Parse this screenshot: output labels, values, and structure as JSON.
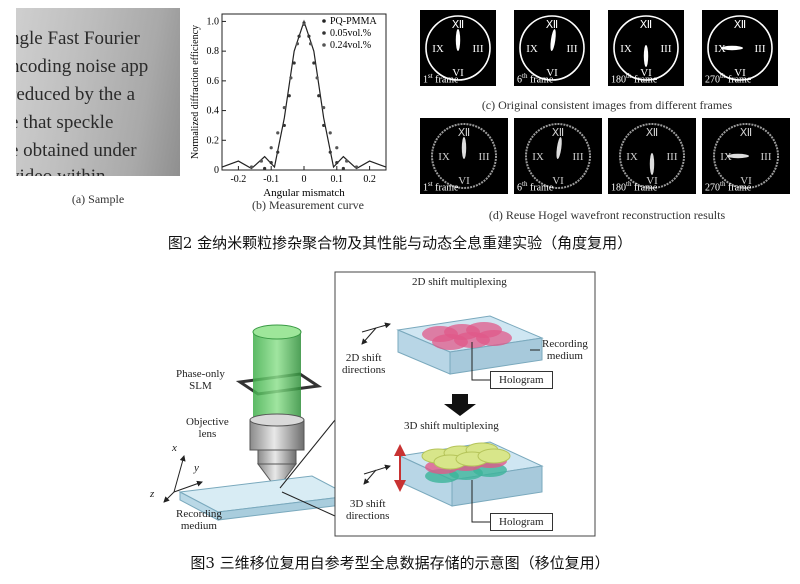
{
  "fig2": {
    "sample_lines": [
      "ngle Fast Fourier",
      "ncoding noise app",
      "reduced by the a",
      "e that speckle",
      "e obtained under",
      "video within"
    ],
    "captions": {
      "a": "(a) Sample",
      "b": "(b) Measurement curve",
      "c": "(c) Original consistent images from different frames",
      "d": "(d) Reuse Hogel wavefront reconstruction results"
    },
    "frame_labels": [
      {
        "num": "1",
        "sup": "st",
        "word": "frame"
      },
      {
        "num": "6",
        "sup": "th",
        "word": "frame"
      },
      {
        "num": "180",
        "sup": "th",
        "word": "frame"
      },
      {
        "num": "270",
        "sup": "th",
        "word": "frame"
      }
    ],
    "clock_numerals": {
      "top": "Ⅻ",
      "left": "IX",
      "right": "III",
      "bottom": "VI"
    },
    "title": "图2 金纳米颗粒掺杂聚合物及其性能与动态全息重建实验（角度复用）"
  },
  "chart_data": {
    "type": "scatter",
    "title": "",
    "xlabel": "Angular mismatch",
    "ylabel": "Normalized diffraction efficiency",
    "xlim": [
      -0.25,
      0.25
    ],
    "ylim": [
      0,
      1.05
    ],
    "xticks": [
      "-0.2",
      "-0.1",
      "0",
      "0.1",
      "0.2"
    ],
    "yticks": [
      "0",
      "0.2",
      "0.4",
      "0.6",
      "0.8",
      "1.0"
    ],
    "legend_position": "top-right",
    "series": [
      {
        "name": "PQ-PMMA",
        "style": "line",
        "color": "#222222",
        "x": [
          -0.25,
          -0.2,
          -0.16,
          -0.12,
          -0.09,
          -0.06,
          -0.03,
          0,
          0.03,
          0.06,
          0.09,
          0.12,
          0.16,
          0.2,
          0.25
        ],
        "y": [
          0.02,
          0.06,
          0.01,
          0.09,
          0.02,
          0.35,
          0.8,
          1.0,
          0.8,
          0.35,
          0.02,
          0.09,
          0.01,
          0.06,
          0.02
        ]
      },
      {
        "name": "0.05vol.%",
        "style": "dots",
        "color": "#333333",
        "x": [
          -0.12,
          -0.1,
          -0.08,
          -0.06,
          -0.045,
          -0.03,
          -0.015,
          0,
          0.015,
          0.03,
          0.045,
          0.06,
          0.08,
          0.1,
          0.12
        ],
        "y": [
          0.01,
          0.05,
          0.12,
          0.3,
          0.5,
          0.72,
          0.9,
          0.99,
          0.9,
          0.72,
          0.5,
          0.3,
          0.12,
          0.05,
          0.01
        ]
      },
      {
        "name": "0.24vol.%",
        "style": "dots",
        "color": "#555555",
        "x": [
          -0.16,
          -0.13,
          -0.1,
          -0.08,
          -0.06,
          -0.04,
          -0.02,
          0,
          0.02,
          0.04,
          0.06,
          0.08,
          0.1,
          0.13,
          0.16
        ],
        "y": [
          0.02,
          0.06,
          0.15,
          0.25,
          0.42,
          0.62,
          0.85,
          0.98,
          0.85,
          0.62,
          0.42,
          0.25,
          0.15,
          0.06,
          0.02
        ]
      }
    ]
  },
  "fig3": {
    "slm_label": [
      "Phase-only",
      "SLM"
    ],
    "objective_label": [
      "Objective",
      "lens"
    ],
    "axes": {
      "x": "x",
      "y": "y",
      "z": "z"
    },
    "recording_medium_left": [
      "Recording",
      "medium"
    ],
    "recording_medium_right": [
      "Recording",
      "medium"
    ],
    "heading_2d": "2D shift multiplexing",
    "heading_3d": "3D shift multiplexing",
    "dir_2d": [
      "2D shift",
      "directions"
    ],
    "dir_3d": [
      "3D shift",
      "directions"
    ],
    "hologram_label": "Hologram",
    "title": "图3 三维移位复用自参考型全息数据存储的示意图（移位复用）"
  }
}
